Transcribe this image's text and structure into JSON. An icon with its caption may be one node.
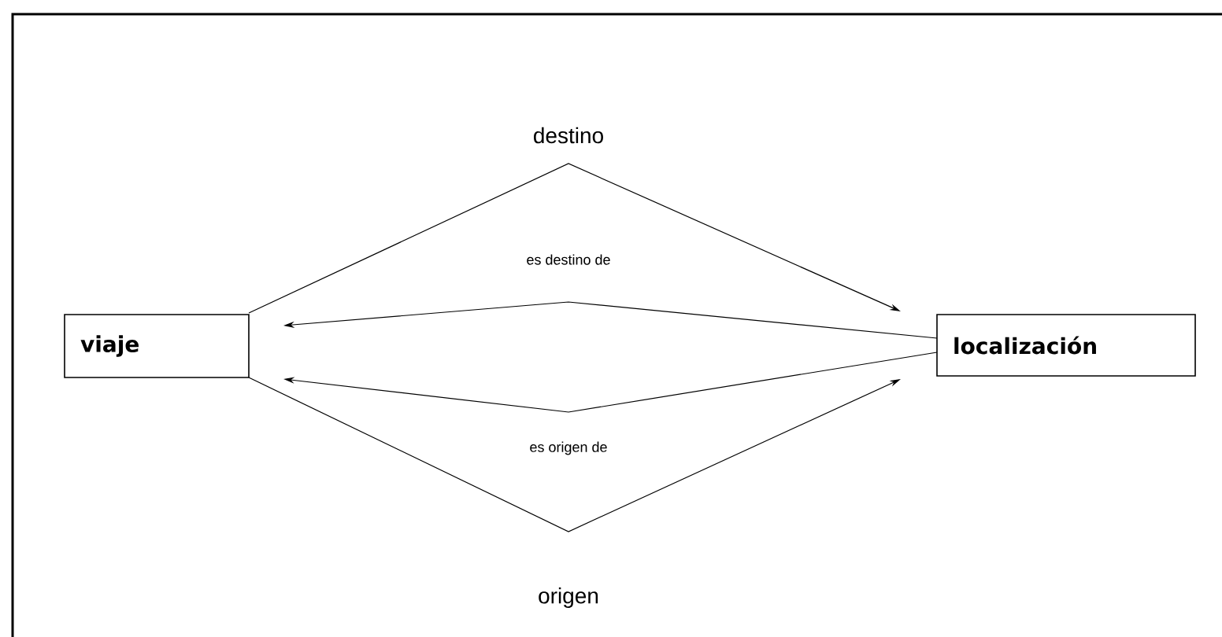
{
  "diagram": {
    "nodes": [
      {
        "text": [
          "viaje"
        ]
      },
      {
        "text": [
          "localización"
        ]
      }
    ],
    "edges": [
      {
        "from": 0,
        "to": 1,
        "arrow": "to",
        "label": "destino"
      },
      {
        "from": 1,
        "to": 0,
        "arrow": "to",
        "label": "es destino de"
      },
      {
        "from": 1,
        "to": 0,
        "arrow": "to",
        "label": "es origen de"
      },
      {
        "from": 0,
        "to": 1,
        "arrow": "to",
        "label": "origen"
      }
    ]
  }
}
